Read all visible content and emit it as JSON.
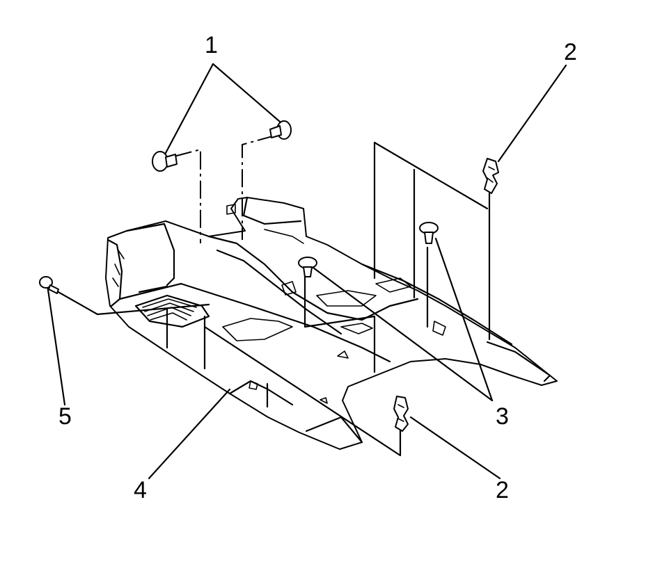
{
  "callouts": {
    "c1": "1",
    "c2_top": "2",
    "c2_bottom": "2",
    "c3": "3",
    "c4": "4",
    "c5": "5"
  },
  "colors": {
    "ink": "#000000",
    "paper": "#ffffff"
  }
}
